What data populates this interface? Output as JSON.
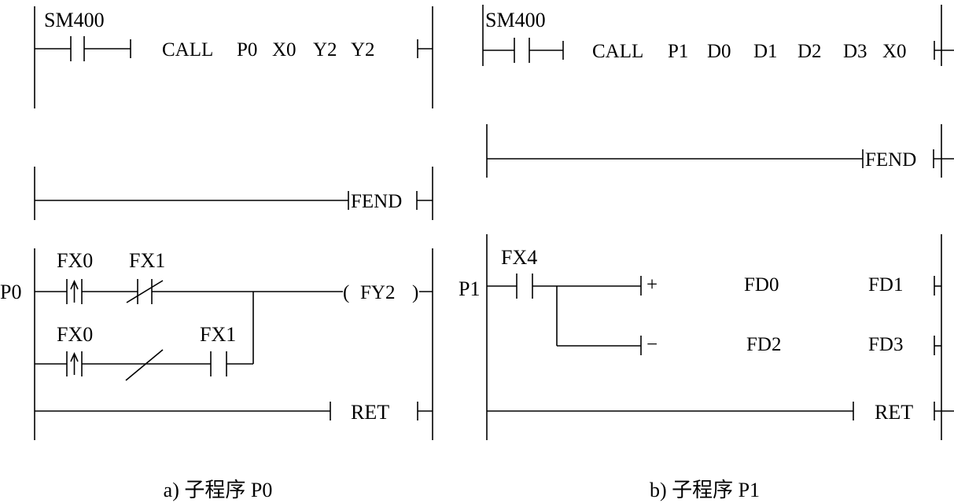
{
  "diagram_a": {
    "rung1": {
      "contact": "SM400",
      "instruction_parts": [
        "CALL",
        "P0",
        "X0",
        "Y2",
        "Y2"
      ]
    },
    "rung2": {
      "instruction": "FEND"
    },
    "subroutine": {
      "pointer": "P0",
      "contact_1": "FX0",
      "contact_2": "FX1",
      "contact_3": "FX0",
      "contact_4": "FX1",
      "coil": "FY2"
    },
    "ret": "RET",
    "caption": "a) 子程序 P0"
  },
  "diagram_b": {
    "rung1": {
      "contact": "SM400",
      "instruction_parts": [
        "CALL",
        "P1",
        "D0",
        "D1",
        "D2",
        "D3",
        "X0"
      ]
    },
    "rung2": {
      "instruction": "FEND"
    },
    "subroutine": {
      "pointer": "P1",
      "contact": "FX4",
      "add": {
        "op": "+",
        "source": "FD0",
        "dest": "FD1"
      },
      "sub": {
        "op": "−",
        "source": "FD2",
        "dest": "FD3"
      }
    },
    "ret": "RET",
    "caption": "b) 子程序 P1"
  }
}
